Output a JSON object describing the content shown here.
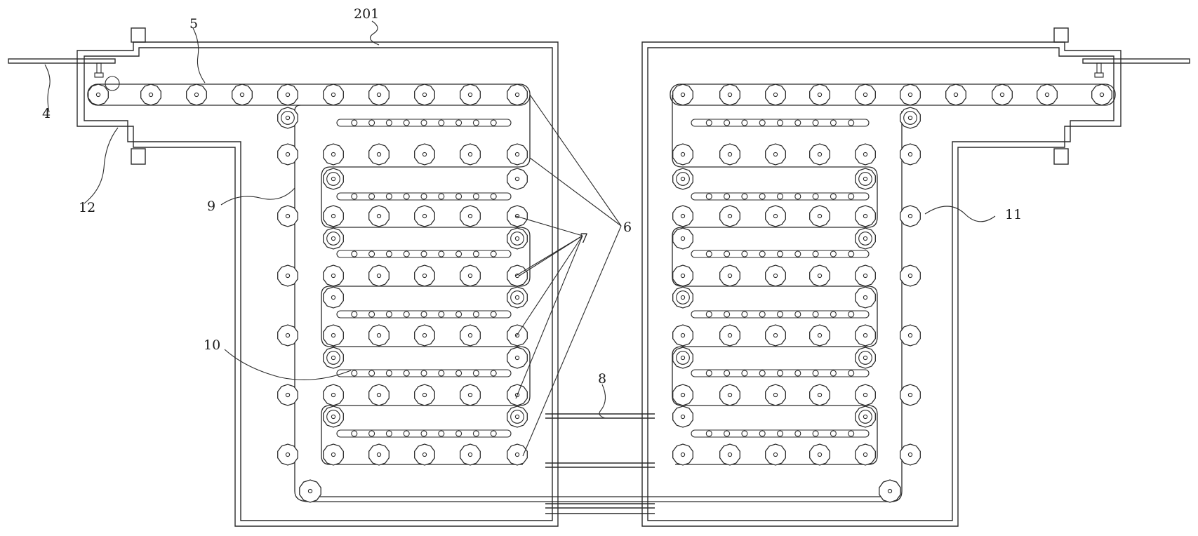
{
  "diagram": {
    "labels": [
      {
        "id": "201",
        "text": "201"
      },
      {
        "id": "5",
        "text": "5"
      },
      {
        "id": "4",
        "text": "4"
      },
      {
        "id": "12",
        "text": "12"
      },
      {
        "id": "9",
        "text": "9"
      },
      {
        "id": "6",
        "text": "6"
      },
      {
        "id": "7",
        "text": "7"
      },
      {
        "id": "11",
        "text": "11"
      },
      {
        "id": "10",
        "text": "10"
      },
      {
        "id": "8",
        "text": "8"
      }
    ],
    "colors": {
      "line": "#2a2a2a",
      "background": "#ffffff",
      "text": "#1a1a1a"
    }
  }
}
